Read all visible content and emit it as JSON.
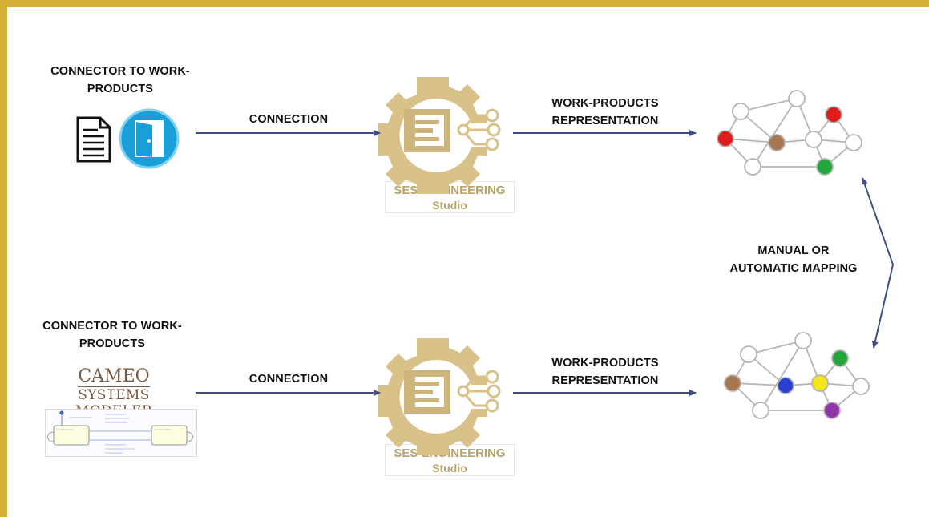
{
  "rows": [
    {
      "connector_title": "CONNECTOR TO WORK-\nPRODUCTS",
      "icons": [
        "document-icon",
        "door-app-icon"
      ],
      "connection_label": "CONNECTION",
      "studio_name": "SES ENGINEERING",
      "studio_sub": "Studio",
      "representation_label": "WORK-PRODUCTS\nREPRESENTATION"
    },
    {
      "connector_title": "CONNECTOR TO WORK-\nPRODUCTS",
      "logo_line1": "CAMEO",
      "logo_line2": "SYSTEMS MODELER",
      "connection_label": "CONNECTION",
      "studio_name": "SES ENGINEERING",
      "studio_sub": "Studio",
      "representation_label": "WORK-PRODUCTS\nREPRESENTATION"
    }
  ],
  "mapping_label": "MANUAL OR\nAUTOMATIC MAPPING",
  "colors": {
    "frame": "#d4b037",
    "arrow": "#3f4e86",
    "gear": "#d9c28a",
    "studio_text": "#b8a36a",
    "node_red": "#e01c1c",
    "node_brown": "#a9774f",
    "node_green": "#22a83a",
    "node_blue": "#2b3fd0",
    "node_yellow": "#f2e51a",
    "node_purple": "#8e35a8"
  }
}
